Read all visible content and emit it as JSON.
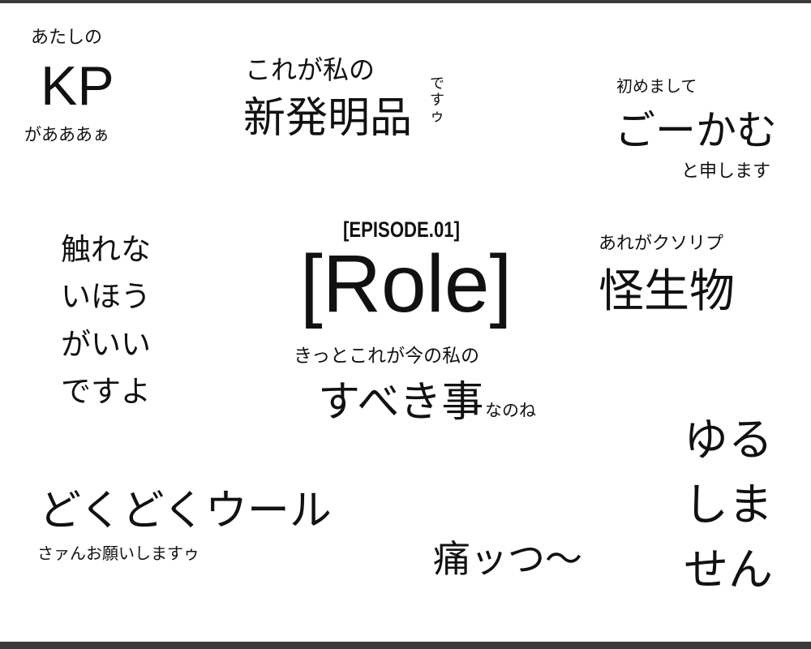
{
  "kp_block": {
    "top": "あたしの",
    "main": "KP",
    "bottom": "があああぁ"
  },
  "invention_block": {
    "top": "これが私の",
    "main": "新発明品",
    "side": [
      "で",
      "す",
      "ゥ"
    ]
  },
  "intro_block": {
    "top": "初めまして",
    "main": "ごーかむ",
    "bottom": "と申します"
  },
  "dont_touch_block": {
    "lines": [
      "触れな",
      "いほう",
      "がいい",
      "ですよ"
    ]
  },
  "center_block": {
    "episode_label": "[EPISODE.01]",
    "title": "[Role]",
    "line1": "きっとこれが今の私の",
    "line2_main": "すべき事",
    "line2_small": "なのね"
  },
  "monster_block": {
    "top": "あれがクソリプ",
    "main": "怪生物"
  },
  "doku_block": {
    "main": "どくどくウール",
    "sub": "さァんお願いしますゥ"
  },
  "pain_text": "痛ッつ〜",
  "no_forgive_block": {
    "lines": [
      "ゆる",
      "しま",
      "せん"
    ]
  },
  "colors": {
    "background": "#ffffff",
    "text": "#111111",
    "frame": "#3a3a3c"
  }
}
